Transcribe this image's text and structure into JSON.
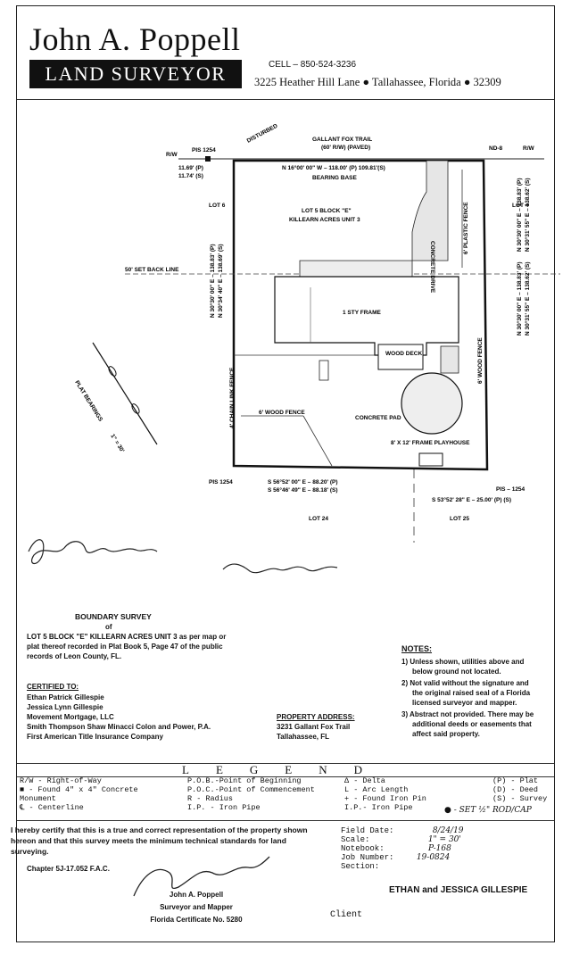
{
  "header": {
    "name": "John A. Poppell",
    "title": "LAND SURVEYOR",
    "cell": "CELL – 850-524-3236",
    "address": "3225 Heather Hill Lane  ●  Tallahassee, Florida  ●  32309"
  },
  "plat": {
    "street": "GALLANT FOX TRAIL",
    "street_rw": "(60' R/W) (PAVED)",
    "rw_left": "R/W",
    "rw_right": "R/W",
    "pin_tl": "PIS 1254",
    "disturbed": "DISTURBED",
    "nd": "ND-8",
    "top_bearing": "N 16°00' 00\" W – 118.00' (P) 109.81'(S)",
    "bearing_base": "BEARING BASE",
    "dist_left_1": "11.69' (P)",
    "dist_left_2": "11.74' (S)",
    "lot_title": "LOT 5 BLOCK \"E\"",
    "lot_sub": "KILLEARN ACRES UNIT 3",
    "lot6": "LOT 6",
    "lot4": "LOT 4",
    "lot24": "LOT 24",
    "lot25": "LOT 25",
    "setback": "50' SET BACK LINE",
    "concrete_drive": "CONCRETE DRIVE",
    "plastic_fence": "6' PLASTIC FENCE",
    "frame": "1 STY FRAME",
    "wood_deck": "WOOD DECK",
    "concrete_pad": "CONCRETE PAD",
    "wood_fence": "6' WOOD FENCE",
    "wood_fence_r": "6' WOOD FENCE",
    "chain_fence": "4' CHAIN LINK FENCE",
    "playhouse": "8' X 12' FRAME PLAYHOUSE",
    "left_bearing_1": "N 30°30' 00\" E – 138.83' (P)",
    "left_bearing_2": "N 30°34' 40\" E – 138.69' (S)",
    "right_bearing_1": "N 30°30' 00\" E – 138.83' (P)",
    "right_bearing_2": "N 30°31' 55\" E – 138.62' (S)",
    "pin_bl": "PIS 1254",
    "pin_br": "PIS – 1254",
    "bottom_bearing_1": "S 56°52' 00\" E – 88.20' (P)",
    "bottom_bearing_2": "S 56°46' 49\" E – 88.18' (S)",
    "br_bearing": "S 53°52' 28\" E – 25.00' (P) (S)",
    "plat_bearings": "PLAT BEARINGS",
    "scale_arrow": "1\" = 30'"
  },
  "survey": {
    "title": "BOUNDARY SURVEY",
    "of": "of",
    "desc_1": "LOT 5 BLOCK \"E\" KILLEARN ACRES UNIT 3 as per map or",
    "desc_2": "plat thereof recorded in Plat Book 5, Page 47 of the public",
    "desc_3": "records of Leon County, FL."
  },
  "certified": {
    "heading": "CERTIFIED TO:",
    "names": [
      "Ethan Patrick Gillespie",
      "Jessica Lynn Gillespie",
      "Movement Mortgage, LLC",
      "Smith Thompson Shaw Minacci Colon and Power, P.A.",
      "First American Title Insurance Company"
    ]
  },
  "property": {
    "heading": "PROPERTY ADDRESS:",
    "line1": "3231 Gallant Fox Trail",
    "line2": "Tallahassee, FL"
  },
  "notes": {
    "heading": "NOTES:",
    "items": [
      "1) Unless shown, utilities above and",
      "below ground not located.",
      "2) Not valid without the signature and",
      "the original raised seal of a Florida",
      "licensed surveyor and mapper.",
      "3) Abstract not provided. There may be",
      "additional deeds or easements that",
      "affect said property."
    ]
  },
  "legend": {
    "title": "LEGEND",
    "col1": [
      "R/W  - Right-of-Way",
      "■   - Found 4\" x 4\" Concrete",
      "      Monument",
      "℄   - Centerline"
    ],
    "col2": [
      "P.O.B.-Point of Beginning",
      "P.O.C.-Point of Commencement",
      "   R   - Radius",
      "I.P.  - Iron Pipe"
    ],
    "col3": [
      "Δ  - Delta",
      "L  - Arc Length",
      "+  - Found Iron Pin",
      "I.P.- Iron Pipe"
    ],
    "col4": [
      "(P) - Plat",
      "(D) - Deed",
      "(S) - Survey"
    ],
    "handnote": "● - SET ½\" ROD/CAP"
  },
  "certification": {
    "text": "I hereby certify that this is a true and correct representation of the property shown hereon and that this survey meets the minimum technical standards for land surveying.",
    "chapter": "Chapter 5J-17.052 F.A.C.",
    "signer": "John A. Poppell",
    "role": "Surveyor and Mapper",
    "license": "Florida Certificate No. 5280"
  },
  "fielddata": {
    "field_date_label": "Field Date:",
    "field_date": "8/24/19",
    "scale_label": "Scale:",
    "scale": "1\" = 30'",
    "notebook_label": "Notebook:",
    "notebook": "P-168",
    "job_label": "Job Number:",
    "job": "19-0824",
    "section_label": "Section:"
  },
  "client": {
    "name": "ETHAN and JESSICA GILLESPIE",
    "label": "Client"
  }
}
